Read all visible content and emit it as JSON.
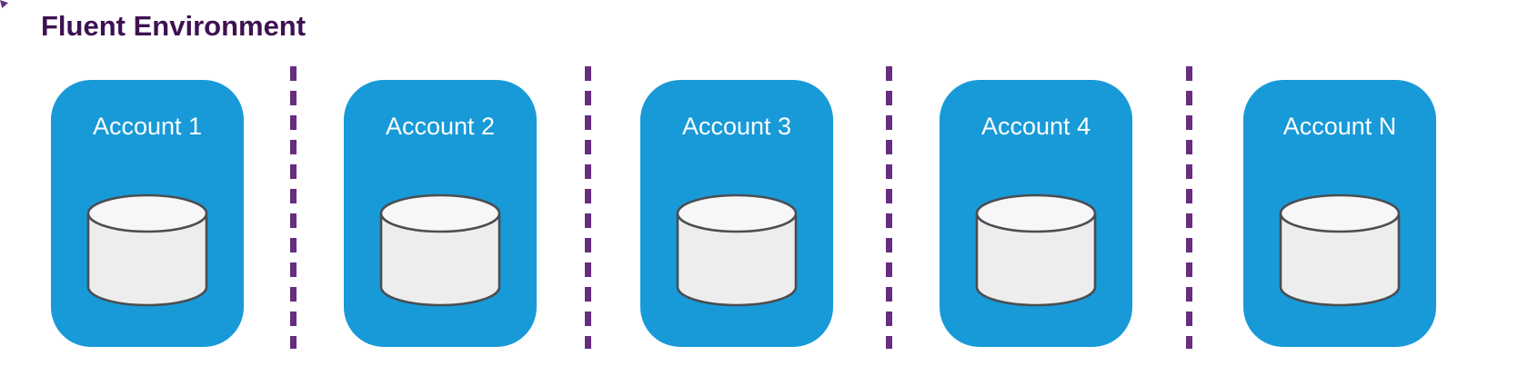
{
  "diagram": {
    "title": "Fluent Environment",
    "accounts": [
      {
        "label": "Account 1",
        "icon": "database-cylinder-icon"
      },
      {
        "label": "Account 2",
        "icon": "database-cylinder-icon"
      },
      {
        "label": "Account 3",
        "icon": "database-cylinder-icon"
      },
      {
        "label": "Account 4",
        "icon": "database-cylinder-icon"
      },
      {
        "label": "Account N",
        "icon": "database-cylinder-icon"
      }
    ],
    "separator_count": 4,
    "colors": {
      "title_text": "#3e1151",
      "account_fill": "#189ad8",
      "account_text": "#ffffff",
      "separator": "#662d80",
      "cylinder_body": "#ededee",
      "cylinder_top": "#f7f7f8",
      "cylinder_stroke": "#4a4e52"
    }
  }
}
